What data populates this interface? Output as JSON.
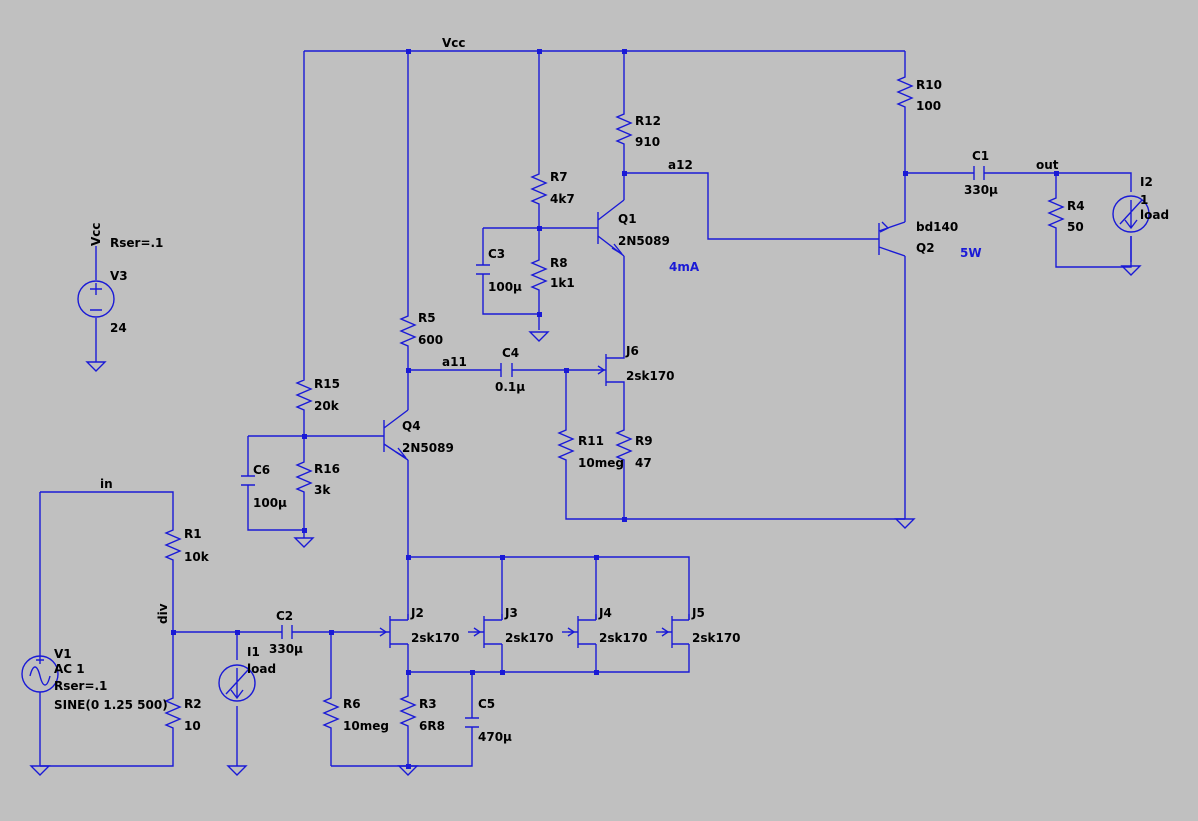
{
  "nets": {
    "vcc": "Vcc",
    "in": "in",
    "div": "div",
    "a11": "a11",
    "a12": "a12",
    "out": "out"
  },
  "components": {
    "V3": {
      "name": "V3",
      "value": "24",
      "rser": "Rser=.1",
      "net": "Vcc"
    },
    "V1": {
      "name": "V1",
      "line1": "AC 1",
      "line2": "Rser=.1",
      "line3": "SINE(0 1.25 500)"
    },
    "R1": {
      "name": "R1",
      "value": "10k"
    },
    "R2": {
      "name": "R2",
      "value": "10"
    },
    "R3": {
      "name": "R3",
      "value": "6R8"
    },
    "R4": {
      "name": "R4",
      "value": "50"
    },
    "R5": {
      "name": "R5",
      "value": "600"
    },
    "R6": {
      "name": "R6",
      "value": "10meg"
    },
    "R7": {
      "name": "R7",
      "value": "4k7"
    },
    "R8": {
      "name": "R8",
      "value": "1k1"
    },
    "R9": {
      "name": "R9",
      "value": "47"
    },
    "R10": {
      "name": "R10",
      "value": "100"
    },
    "R11": {
      "name": "R11",
      "value": "10meg"
    },
    "R12": {
      "name": "R12",
      "value": "910"
    },
    "R15": {
      "name": "R15",
      "value": "20k"
    },
    "R16": {
      "name": "R16",
      "value": "3k"
    },
    "C1": {
      "name": "C1",
      "value": "330µ"
    },
    "C2": {
      "name": "C2",
      "value": "330µ"
    },
    "C3": {
      "name": "C3",
      "value": "100µ"
    },
    "C4": {
      "name": "C4",
      "value": "0.1µ"
    },
    "C5": {
      "name": "C5",
      "value": "470µ"
    },
    "C6": {
      "name": "C6",
      "value": "100µ"
    },
    "Q1": {
      "name": "Q1",
      "value": "2N5089"
    },
    "Q2": {
      "name": "Q2",
      "value": "bd140"
    },
    "Q4": {
      "name": "Q4",
      "value": "2N5089"
    },
    "J2": {
      "name": "J2",
      "value": "2sk170"
    },
    "J3": {
      "name": "J3",
      "value": "2sk170"
    },
    "J4": {
      "name": "J4",
      "value": "2sk170"
    },
    "J5": {
      "name": "J5",
      "value": "2sk170"
    },
    "J6": {
      "name": "J6",
      "value": "2sk170"
    },
    "I1": {
      "name": "I1",
      "value": "load"
    },
    "I2": {
      "name": "I2",
      "value": "load",
      "extra": "1"
    }
  },
  "notes": {
    "current": "4mA",
    "power": "5W"
  },
  "colors": {
    "background": "#c0c0c0",
    "wire": "#1a1ad6",
    "label": "#000000"
  }
}
